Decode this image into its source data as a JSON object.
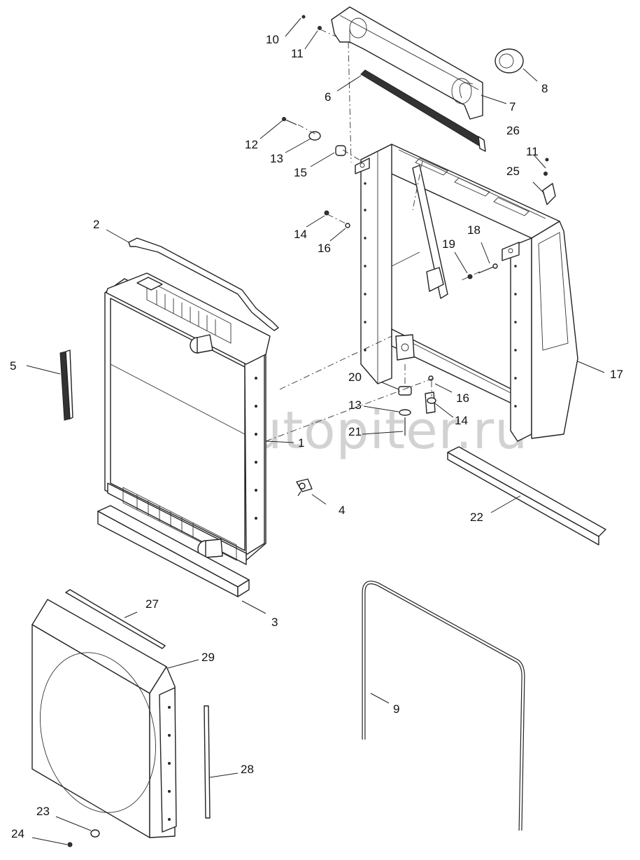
{
  "watermark": {
    "text": "autopiter.ru",
    "logo_glyph": "a>"
  },
  "callouts": [
    {
      "id": "c1",
      "label": "1"
    },
    {
      "id": "c2",
      "label": "2"
    },
    {
      "id": "c3",
      "label": "3"
    },
    {
      "id": "c4",
      "label": "4"
    },
    {
      "id": "c5",
      "label": "5"
    },
    {
      "id": "c6",
      "label": "6"
    },
    {
      "id": "c7",
      "label": "7"
    },
    {
      "id": "c8",
      "label": "8"
    },
    {
      "id": "c9",
      "label": "9"
    },
    {
      "id": "c10",
      "label": "10"
    },
    {
      "id": "c11a",
      "label": "11"
    },
    {
      "id": "c11b",
      "label": "11"
    },
    {
      "id": "c12",
      "label": "12"
    },
    {
      "id": "c13a",
      "label": "13"
    },
    {
      "id": "c13b",
      "label": "13"
    },
    {
      "id": "c14a",
      "label": "14"
    },
    {
      "id": "c14b",
      "label": "14"
    },
    {
      "id": "c15",
      "label": "15"
    },
    {
      "id": "c16a",
      "label": "16"
    },
    {
      "id": "c16b",
      "label": "16"
    },
    {
      "id": "c17",
      "label": "17"
    },
    {
      "id": "c18",
      "label": "18"
    },
    {
      "id": "c19",
      "label": "19"
    },
    {
      "id": "c20",
      "label": "20"
    },
    {
      "id": "c21",
      "label": "21"
    },
    {
      "id": "c22",
      "label": "22"
    },
    {
      "id": "c23",
      "label": "23"
    },
    {
      "id": "c24",
      "label": "24"
    },
    {
      "id": "c25",
      "label": "25"
    },
    {
      "id": "c26",
      "label": "26"
    },
    {
      "id": "c27",
      "label": "27"
    },
    {
      "id": "c28",
      "label": "28"
    },
    {
      "id": "c29",
      "label": "29"
    }
  ]
}
